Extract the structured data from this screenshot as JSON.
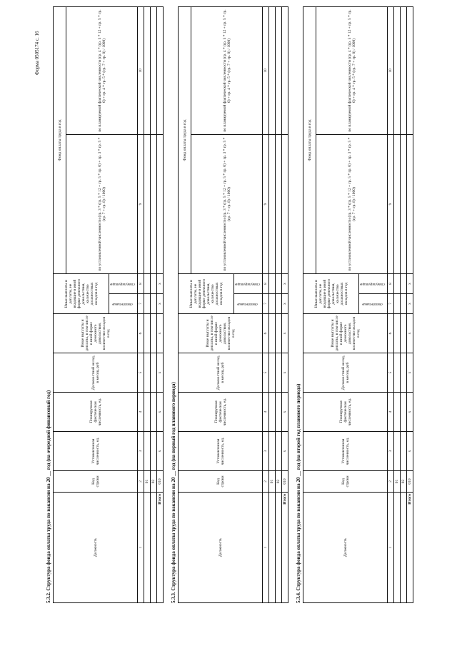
{
  "form_code": "Форма 0505174 с. 16",
  "sections": [
    {
      "title": "5.3.2. Структура фонда оплаты труда по вакансии на 20 __ год (на очередной финансовый год)",
      "codes": [
        "01",
        "02"
      ]
    },
    {
      "title": "5.3.3. Структура фонда оплаты труда по вакансии на 20 __ год (на первый год планового периода)",
      "codes": [
        "01",
        "02"
      ]
    },
    {
      "title": "5.3.4. Структура фонда оплаты труда по вакансии на 20 __ год (на второй год планового периода)",
      "codes": [
        "01",
        "02"
      ]
    }
  ],
  "headers": {
    "position": "Должность",
    "row_code": "Код строки",
    "established": "Установленная численность, ед.",
    "planned": "Планируемая фактическая численность, ед.",
    "salary": "Должностной оклад, в месяц, руб",
    "other_payments": "Иные выплаты и доплаты, в том числе в иной форме денежного довольствия, количество окладов в год",
    "other_payments_2": "Иные выплаты и доплаты, не входящие в иной форме денежного довольствия, количество должностных окладов в год",
    "mandatory": "обязательные",
    "incentive": "стимулирующие",
    "annual_fund": "Фонд оплаты труда в год",
    "by_established": "по установленной численности (гр. 3 * (гр. 5 * 12 + гр. 5 * гр. 6) + гр. 3 * гр. 5 * (гр. 7 + гр. 8) / 1000)",
    "by_planned": "по планируемой фактической численности (гр. 4 * (гр. 5 * 12 + гр. 5 * гр. 6) + гр. 4 * гр. 5 * (гр. 7 + гр. 8) / 1000)"
  },
  "column_numbers": [
    "1",
    "2",
    "3",
    "4",
    "5",
    "6",
    "7",
    "8",
    "9",
    "10"
  ],
  "x_mark": "x",
  "total_label": "Итого",
  "total_code": "010"
}
